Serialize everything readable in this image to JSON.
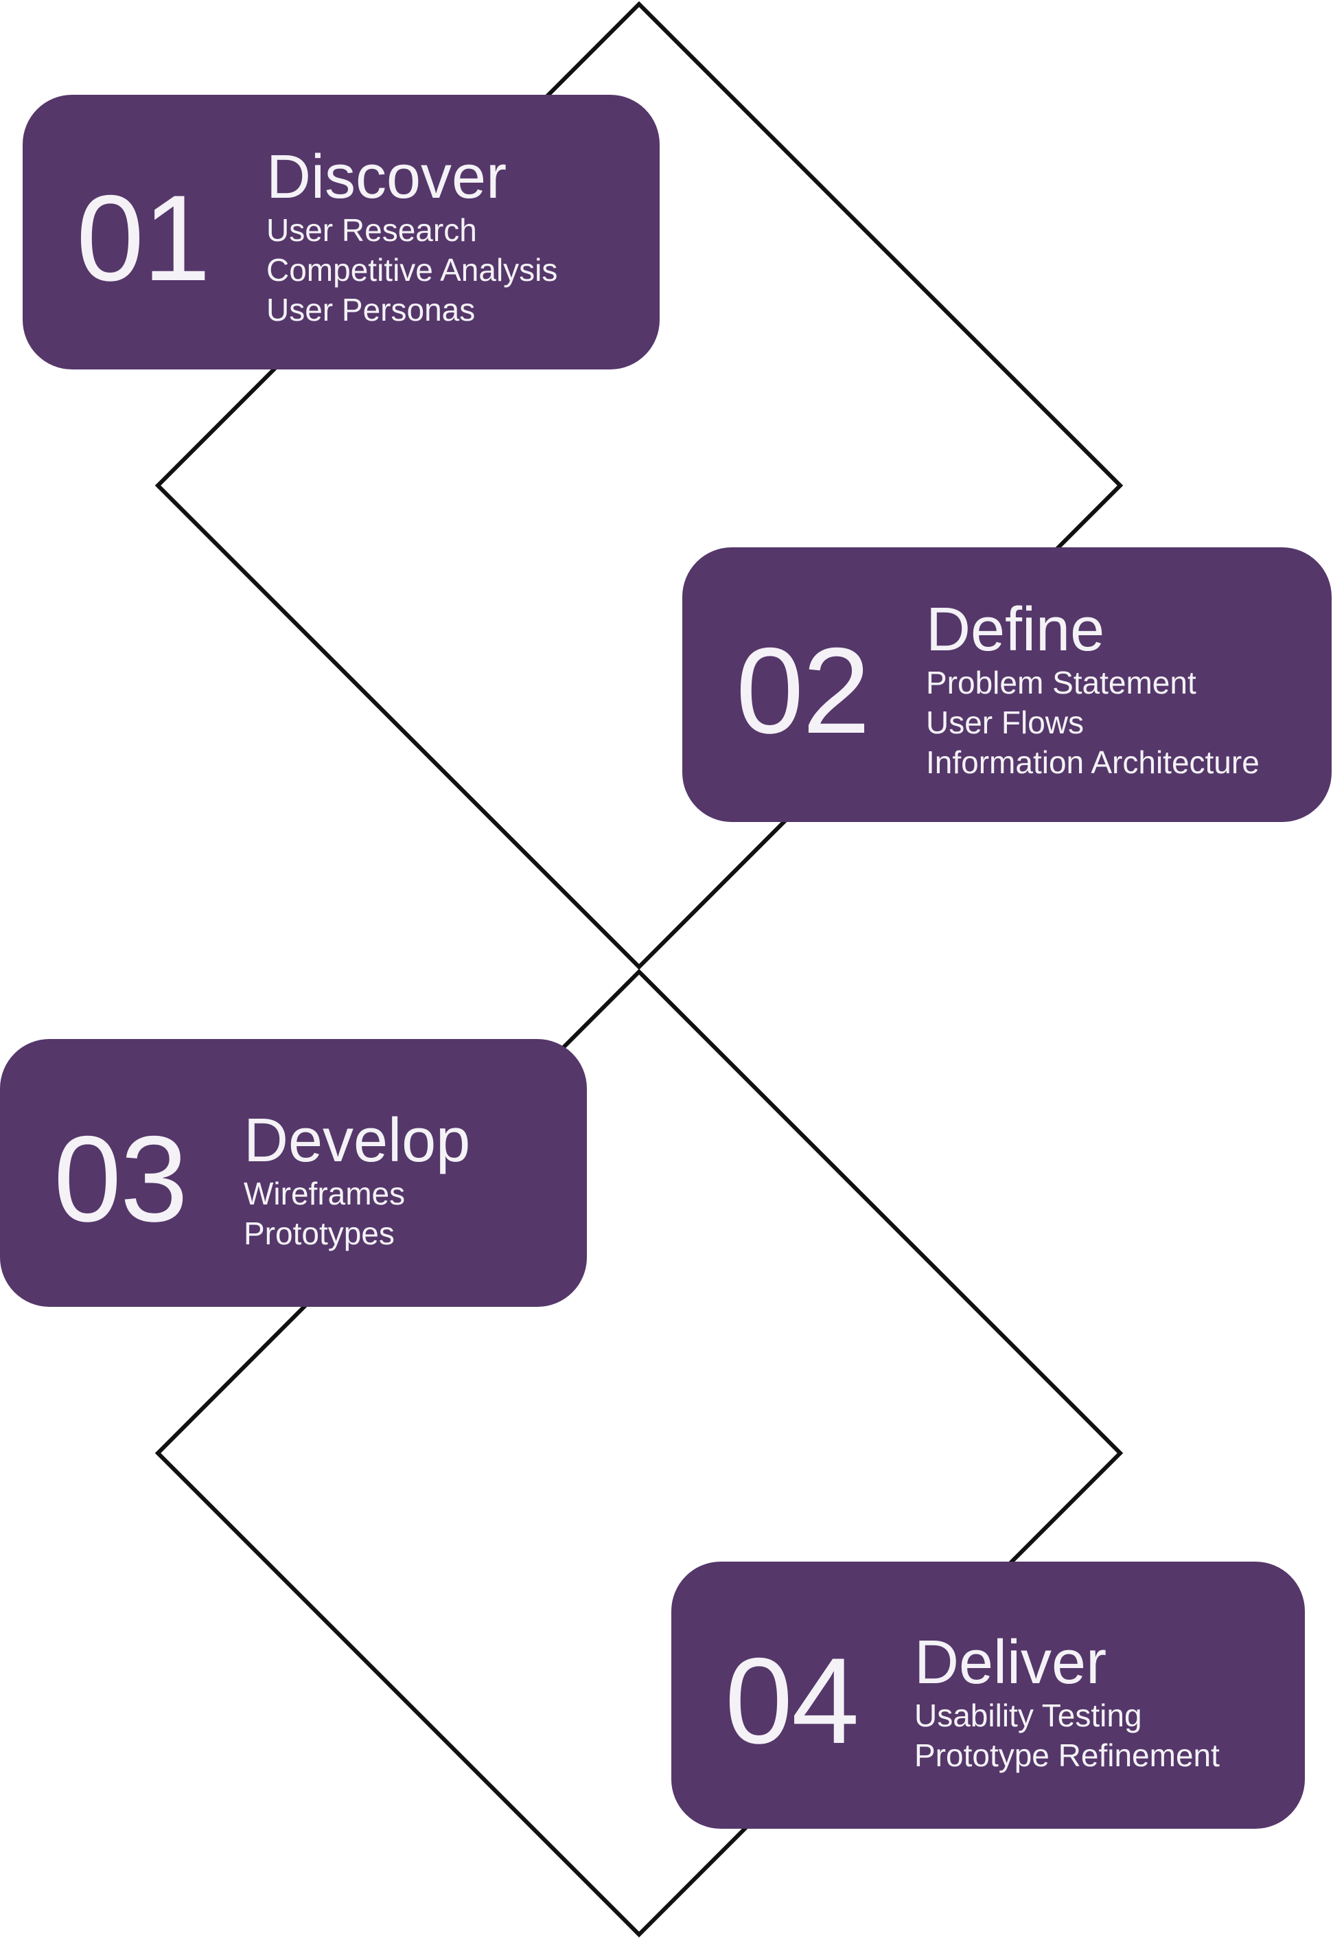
{
  "colors": {
    "card_background": "#55376a",
    "card_text": "#f4f2f6",
    "outline": "#111111",
    "page_background": "#ffffff"
  },
  "stages": [
    {
      "number": "01",
      "title": "Discover",
      "items": [
        "User Research",
        "Competitive Analysis",
        "User Personas"
      ]
    },
    {
      "number": "02",
      "title": "Define",
      "items": [
        "Problem Statement",
        "User Flows",
        "Information Architecture"
      ]
    },
    {
      "number": "03",
      "title": "Develop",
      "items": [
        "Wireframes",
        "Prototypes"
      ]
    },
    {
      "number": "04",
      "title": "Deliver",
      "items": [
        "Usability Testing",
        "Prototype Refinement"
      ]
    }
  ]
}
